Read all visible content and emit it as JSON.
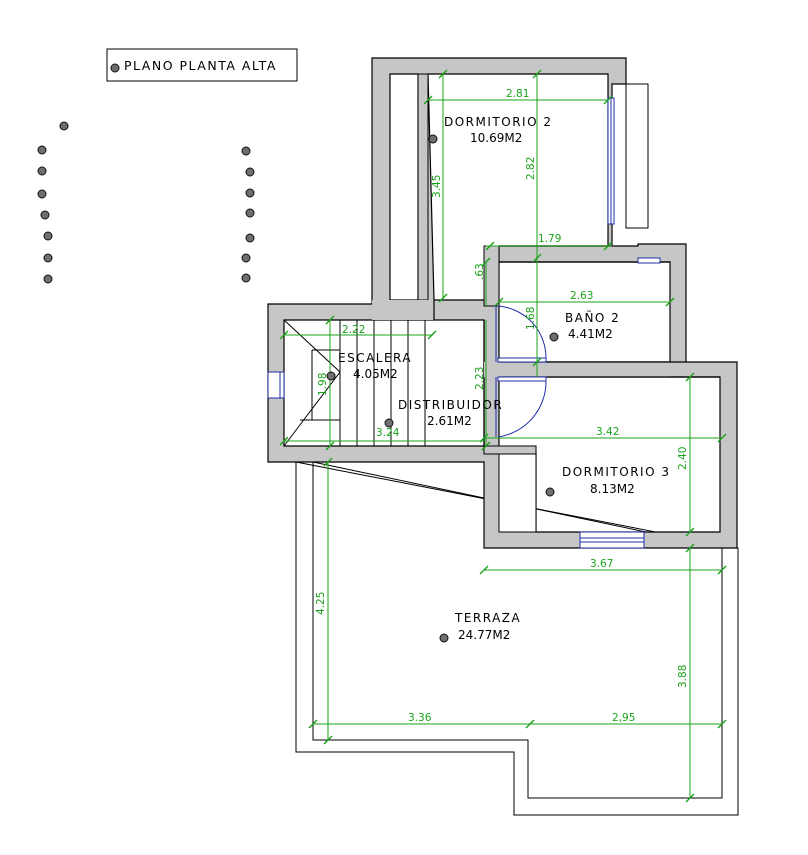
{
  "title": "PLANO PLANTA ALTA",
  "rooms": {
    "dormitorio2": {
      "name": "DORMITORIO 2",
      "area": "10.69M2"
    },
    "bano2": {
      "name": "BAÑO 2",
      "area": "4.41M2"
    },
    "escalera": {
      "name": "ESCALERA",
      "area": "4.05M2"
    },
    "distribuidor": {
      "name": "DISTRIBUIDOR",
      "area": "2.61M2"
    },
    "dormitorio3": {
      "name": "DORMITORIO 3",
      "area": "8.13M2"
    },
    "terraza": {
      "name": "TERRAZA",
      "area": "24.77M2"
    }
  },
  "dimensions": {
    "d281": "2.81",
    "d282": "2.82",
    "d345": "3.45",
    "d179": "1.79",
    "d63": ".63",
    "d263": "2.63",
    "d168": "1.68",
    "d222": "2.22",
    "d198": "1.98",
    "d223": "2.23",
    "d324": "3.24",
    "d342": "3.42",
    "d240": "2.40",
    "d367": "3.67",
    "d425": "4.25",
    "d388": "3.88",
    "d336": "3.36",
    "d295": "2,95"
  },
  "colors": {
    "wall": "#c6c6c6",
    "dimension": "#1aa31a",
    "window_door": "#1c2fa6"
  }
}
